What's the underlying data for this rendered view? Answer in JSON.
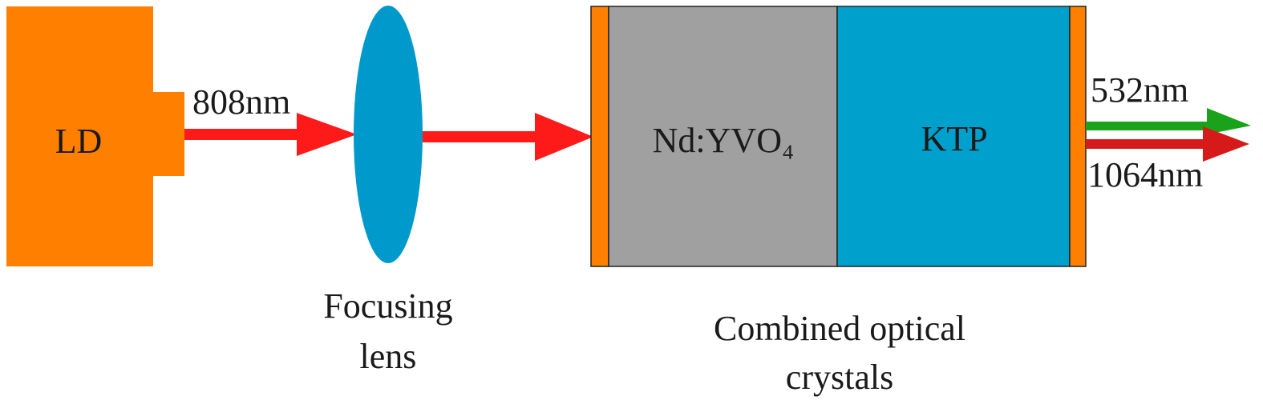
{
  "diagram": {
    "source": {
      "label": "LD",
      "color": "#ff8000"
    },
    "pump": {
      "wavelength_label": "808nm",
      "color": "#ff1a1a"
    },
    "lens": {
      "caption_line1": "Focusing",
      "caption_line2": "lens",
      "color": "#0099cc"
    },
    "crystals": {
      "caption_line1": "Combined optical",
      "caption_line2": "crystals",
      "gain_medium": {
        "label": "Nd:YVO₄",
        "color": "#a0a0a0"
      },
      "doubler": {
        "label": "KTP",
        "color": "#00a0cc"
      },
      "coating_color": "#ff8000"
    },
    "outputs": [
      {
        "label": "532nm",
        "color": "#1aa31a"
      },
      {
        "label": "1064nm",
        "color": "#d61a1a"
      }
    ]
  }
}
